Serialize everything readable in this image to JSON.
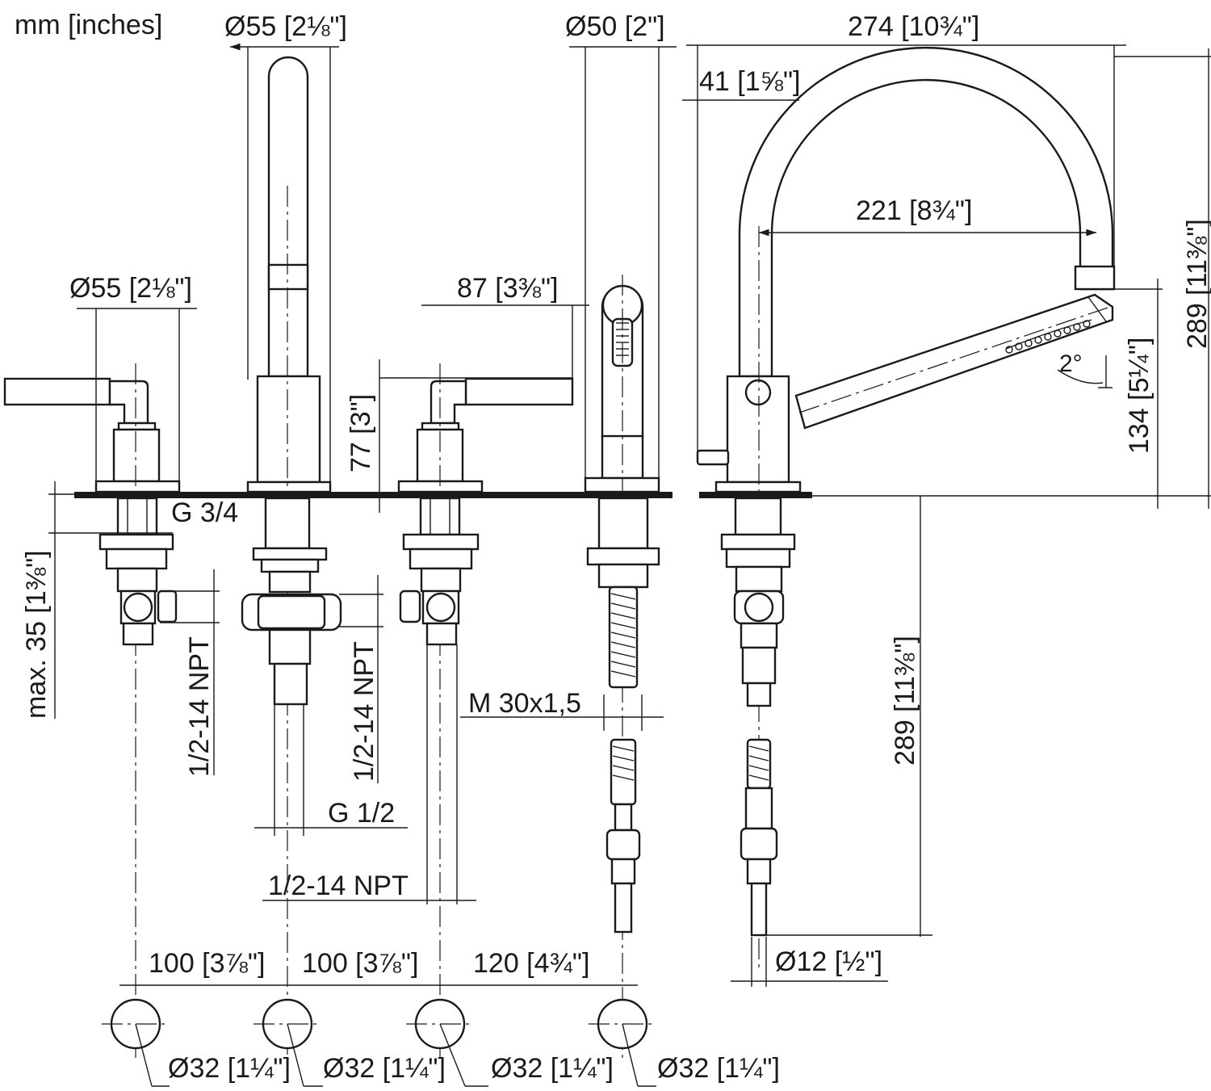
{
  "units_note": "mm [inches]",
  "dimensions": {
    "lever_left_diameter": "Ø55 [2⅛\"]",
    "spout_diameter": "Ø55 [2⅛\"]",
    "handshower_holder_diameter": "Ø50 [2\"]",
    "handshower_overall_length": "274 [10¾\"]",
    "lever_offset": "41 [1⅝\"]",
    "spout_reach": "221 [8¾\"]",
    "right_lever_projection": "87 [3⅜\"]",
    "right_lever_height": "77 [3\"]",
    "handshower_height": "289 [11⅜\"]",
    "handshower_mount_height": "134 [5¼\"]",
    "angle": "2°",
    "deck_thickness": "max. 35 [1⅜\"]",
    "thread_g34": "G 3/4",
    "npt_left": "1/2-14 NPT",
    "npt_middle": "1/2-14 NPT",
    "npt_bottom": "1/2-14 NPT",
    "g12": "G 1/2",
    "m30": "M 30x1,5",
    "hose_length": "289 [11⅜\"]",
    "hose_diameter": "Ø12 [½\"]",
    "spacing_1": "100 [3⅞\"]",
    "spacing_2": "100 [3⅞\"]",
    "spacing_3": "120 [4¾\"]",
    "hole_1": "Ø32 [1¼\"]",
    "hole_2": "Ø32 [1¼\"]",
    "hole_3": "Ø32 [1¼\"]",
    "hole_4": "Ø32 [1¼\"]"
  },
  "colors": {
    "ink": "#1a1a1a",
    "paper": "#ffffff"
  }
}
